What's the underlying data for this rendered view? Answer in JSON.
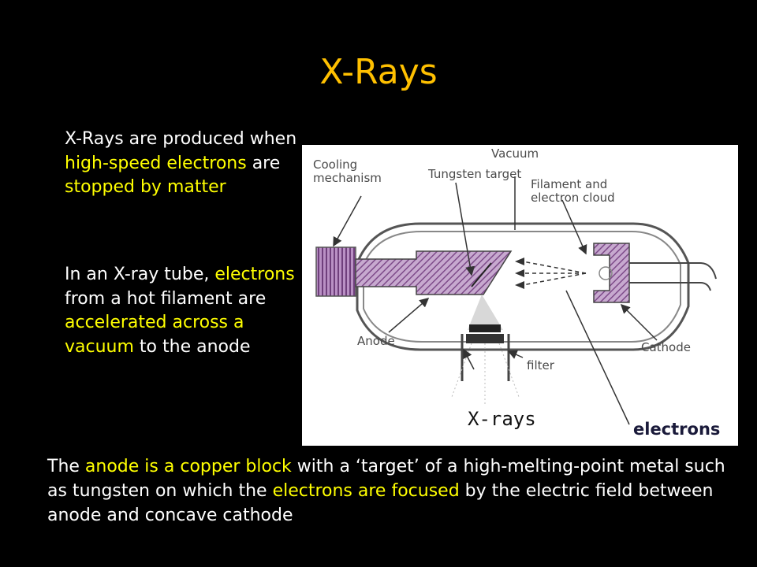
{
  "title": "X-Rays",
  "paragraph1": [
    {
      "t": "X-Rays are produced when ",
      "hl": false
    },
    {
      "t": "high-speed electrons",
      "hl": true
    },
    {
      "t": " are ",
      "hl": false
    },
    {
      "t": "stopped by matter",
      "hl": true
    }
  ],
  "paragraph2": [
    {
      "t": "In an X-ray tube, ",
      "hl": false
    },
    {
      "t": "electrons",
      "hl": true
    },
    {
      "t": " from a hot filament are ",
      "hl": false
    },
    {
      "t": "accelerated across a vacuum",
      "hl": true
    },
    {
      "t": " to the anode",
      "hl": false
    }
  ],
  "paragraph3": [
    {
      "t": "The ",
      "hl": false
    },
    {
      "t": "anode is a copper block",
      "hl": true
    },
    {
      "t": " with a ‘target’ of a high-melting-point metal such as tungsten on which the ",
      "hl": false
    },
    {
      "t": "electrons are focused",
      "hl": true
    },
    {
      "t": " by the electric field between anode and concave cathode",
      "hl": false
    }
  ],
  "diagram": {
    "labels": {
      "cooling_line1": "Cooling",
      "cooling_line2": "mechanism",
      "vacuum": "Vacuum",
      "tungsten_target": "Tungsten target",
      "filament_line1": "Filament and",
      "filament_line2": "electron cloud",
      "anode": "Anode",
      "cathode": "Cathode",
      "filter": "filter",
      "xrays": "X-rays",
      "electrons": "electrons"
    }
  },
  "colors": {
    "background": "#000000",
    "title": "#ffc000",
    "body_text": "#ffffff",
    "highlight": "#ffff00",
    "purple_hatch": "#8c5a96",
    "electrons_label": "#1a1a3a"
  }
}
